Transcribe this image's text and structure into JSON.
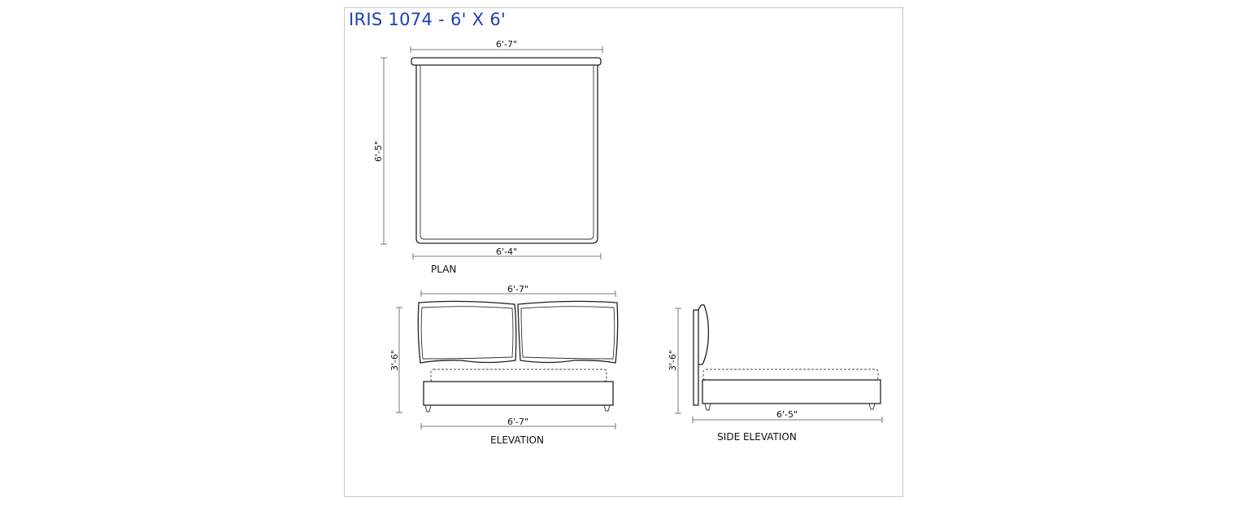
{
  "title": "IRIS 1074 - 6' X 6'",
  "colors": {
    "title": "#1f3fb0",
    "line": "#222222",
    "frame": "#c9c9c9"
  },
  "plan": {
    "label": "PLAN",
    "top_width": "6'-7\"",
    "bottom_width": "6'-4\"",
    "length": "6'-5\""
  },
  "elevation": {
    "label": "ELEVATION",
    "top_width": "6'-7\"",
    "bottom_width": "6'-7\"",
    "height": "3'-6\""
  },
  "side_elevation": {
    "label": "SIDE ELEVATION",
    "height": "3'-6\"",
    "length": "6'-5\""
  }
}
